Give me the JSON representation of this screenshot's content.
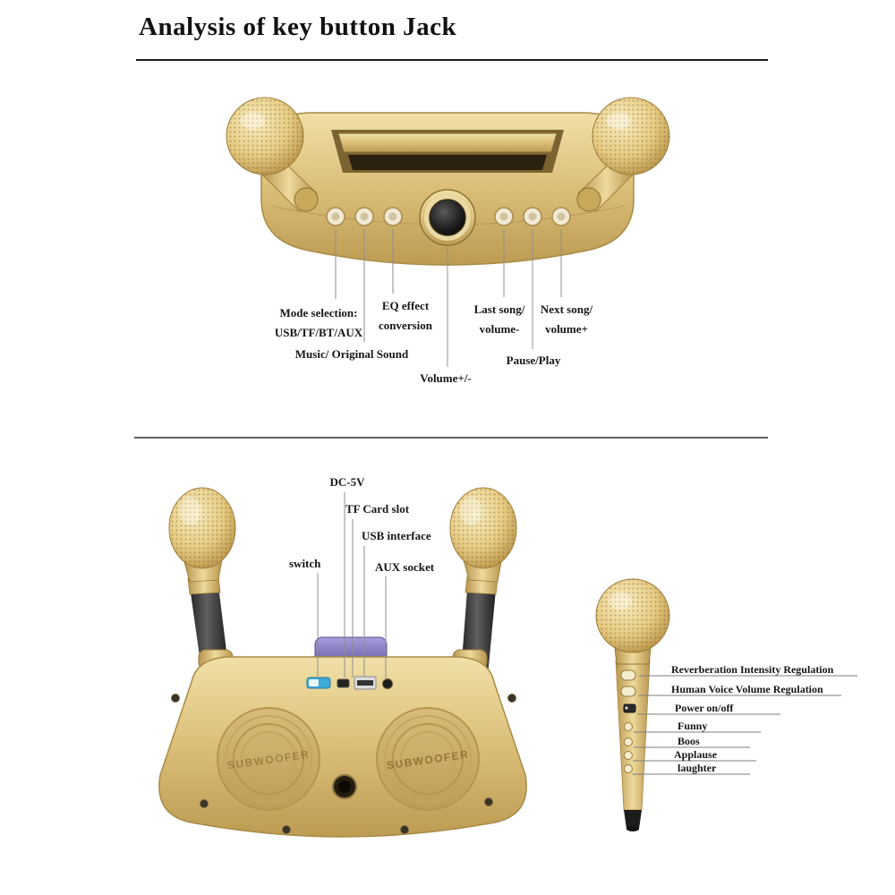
{
  "title": "Analysis of key button Jack",
  "top": {
    "mode1": "Mode selection:",
    "mode2": "USB/TF/BT/AUX",
    "music": "Music/ Original Sound",
    "eq1": "EQ effect",
    "eq2": "conversion",
    "volume": "Volume+/-",
    "last1": "Last song/",
    "last2": "volume-",
    "pause": "Pause/Play",
    "next1": "Next song/",
    "next2": "volume+"
  },
  "bottom": {
    "dc": "DC-5V",
    "tf": "TF Card slot",
    "usb": "USB interface",
    "switch": "switch",
    "aux": "AUX socket",
    "subwoofer": "SUBWOOFER",
    "mic": {
      "reverb": "Reverberation Intensity Regulation",
      "voice": "Human Voice Volume Regulation",
      "power": "Power on/off",
      "funny": "Funny",
      "boos": "Boos",
      "applause": "Applause",
      "laughter": "laughter"
    }
  },
  "colors": {
    "gold": "#d8ba70",
    "gold_light": "#f0dfa6",
    "gold_dark": "#b5924a",
    "handle_dark": "#2c2c2c",
    "accent_purple": "#8478c0",
    "switch_blue": "#3fa9d8",
    "callout_line": "#8f8f8f"
  }
}
